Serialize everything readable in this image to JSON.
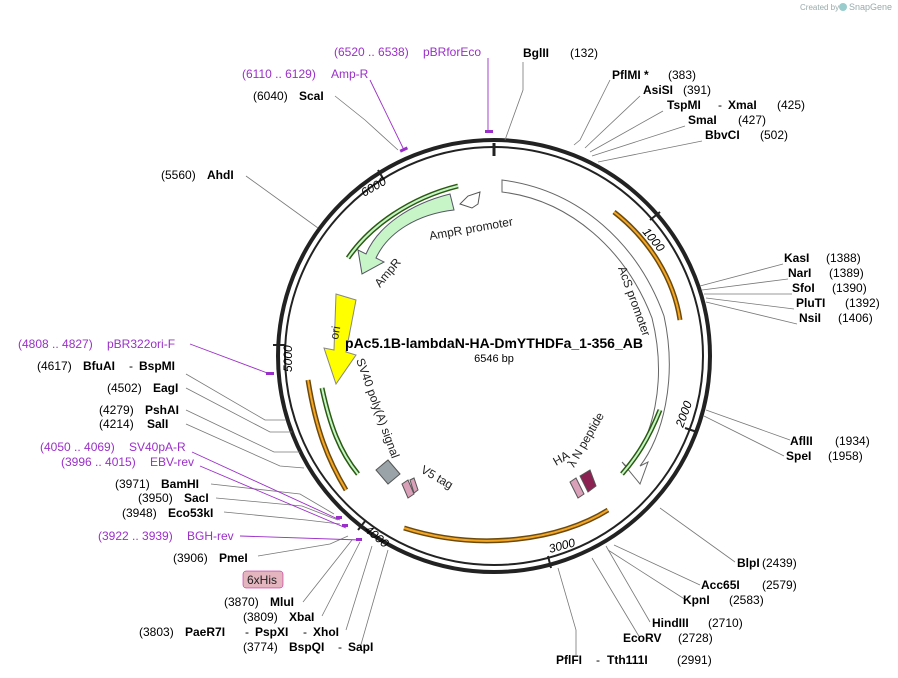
{
  "credit": "Created by",
  "brand": "SnapGene",
  "plasmid": {
    "name": "pAc5.1B-lambdaN-HA-DmYTHDFa_1-356_AB",
    "size": "6546 bp"
  },
  "ticks": [
    "1000",
    "2000",
    "3000",
    "4000",
    "5000",
    "6000"
  ],
  "features": [
    {
      "name": "AmpR promoter"
    },
    {
      "name": "AmpR"
    },
    {
      "name": "ori"
    },
    {
      "name": "SV40 poly(A) signal"
    },
    {
      "name": "V5 tag"
    },
    {
      "name": "6xHis"
    },
    {
      "name": "AcS promoter"
    },
    {
      "name": "λ N peptide"
    },
    {
      "name": "HA"
    }
  ],
  "sites": [
    {
      "name": "BglII",
      "pos": "(132)"
    },
    {
      "name": "PflMI *",
      "pos": "(383)"
    },
    {
      "name": "AsiSI",
      "pos": "(391)"
    },
    {
      "name": "TspMI",
      "sep": "-",
      "name2": "XmaI",
      "pos": "(425)"
    },
    {
      "name": "SmaI",
      "pos": "(427)"
    },
    {
      "name": "BbvCI",
      "pos": "(502)"
    },
    {
      "name": "KasI",
      "pos": "(1388)"
    },
    {
      "name": "NarI",
      "pos": "(1389)"
    },
    {
      "name": "SfoI",
      "pos": "(1390)"
    },
    {
      "name": "PluTI",
      "pos": "(1392)"
    },
    {
      "name": "NsiI",
      "pos": "(1406)"
    },
    {
      "name": "AflII",
      "pos": "(1934)"
    },
    {
      "name": "SpeI",
      "pos": "(1958)"
    },
    {
      "name": "BlpI",
      "pos": "(2439)"
    },
    {
      "name": "Acc65I",
      "pos": "(2579)"
    },
    {
      "name": "KpnI",
      "pos": "(2583)"
    },
    {
      "name": "HindIII",
      "pos": "(2710)"
    },
    {
      "name": "EcoRV",
      "pos": "(2728)"
    },
    {
      "name": "PflFI",
      "sep": "-",
      "name2": "Tth111I",
      "pos": "(2991)"
    },
    {
      "name": "ScaI",
      "pos": "(6040)"
    },
    {
      "name": "AhdI",
      "pos": "(5560)"
    },
    {
      "name": "BfuAI",
      "sep": "-",
      "name2": "BspMI",
      "pos": "(4617)"
    },
    {
      "name": "EagI",
      "pos": "(4502)"
    },
    {
      "name": "PshAI",
      "pos": "(4279)"
    },
    {
      "name": "SalI",
      "pos": "(4214)"
    },
    {
      "name": "BamHI",
      "pos": "(3971)"
    },
    {
      "name": "SacI",
      "pos": "(3950)"
    },
    {
      "name": "Eco53kI",
      "pos": "(3948)"
    },
    {
      "name": "PmeI",
      "pos": "(3906)"
    },
    {
      "name": "MluI",
      "pos": "(3870)"
    },
    {
      "name": "XbaI",
      "pos": "(3809)"
    },
    {
      "name": "PaeR7I",
      "sep": "-",
      "name2": "PspXI",
      "sep2": "-",
      "name3": "XhoI",
      "pos": "(3803)"
    },
    {
      "name": "BspQI",
      "sep": "-",
      "name2": "SapI",
      "pos": "(3774)"
    }
  ],
  "primers": [
    {
      "range": "(6520 .. 6538)",
      "name": "pBRforEco"
    },
    {
      "range": "(6110 .. 6129)",
      "name": "Amp-R"
    },
    {
      "range": "(4808 .. 4827)",
      "name": "pBR322ori-F"
    },
    {
      "range": "(4050 .. 4069)",
      "name": "SV40pA-R"
    },
    {
      "range": "(3996 .. 4015)",
      "name": "EBV-rev"
    },
    {
      "range": "(3922 .. 3939)",
      "name": "BGH-rev"
    }
  ],
  "colors": {
    "backbone": "#222222",
    "primer": "#9b2fc9",
    "amp": "#c8f5c8",
    "ori": "#ffff00",
    "orf": "#f5a623",
    "promoter": "#ffffff",
    "polyA": "#9aa3a8",
    "tag": "#d9a0b8",
    "lambdaN": "#8b2252",
    "his": "#e4b5bf"
  }
}
